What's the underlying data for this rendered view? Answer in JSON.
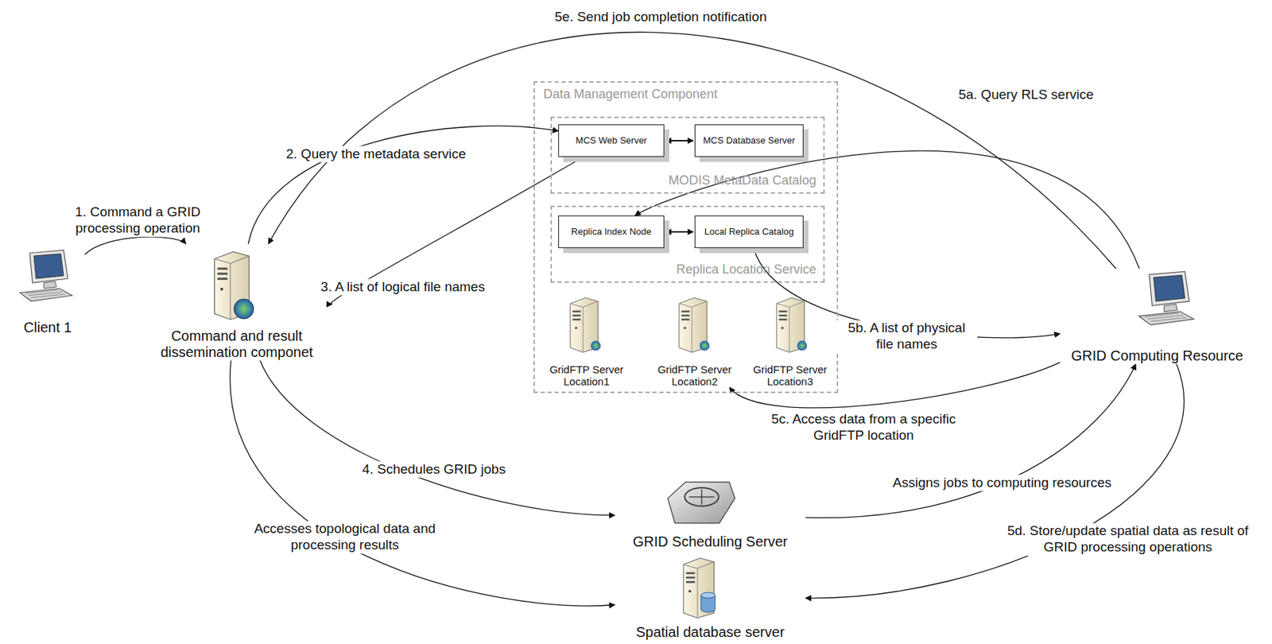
{
  "diagram": {
    "nodes": [
      {
        "text": [
          "Client 1"
        ]
      },
      {
        "text": [
          "Command and result dissemination componet"
        ]
      },
      {
        "text": [
          "Data Management Component"
        ]
      },
      {
        "text": [
          "MODIS MetaData Catalog"
        ],
        "in": 2
      },
      {
        "text": [
          "MCS Web Server"
        ],
        "in": 3
      },
      {
        "text": [
          "MCS Database Server"
        ],
        "in": 3
      },
      {
        "text": [
          "Replica Location Service"
        ],
        "in": 2
      },
      {
        "text": [
          "Replica Index Node"
        ],
        "in": 6
      },
      {
        "text": [
          "Local Replica Catalog"
        ],
        "in": 6
      },
      {
        "text": [
          "GridFTP Server Location1"
        ],
        "in": 2
      },
      {
        "text": [
          "GridFTP Server Location2"
        ],
        "in": 2
      },
      {
        "text": [
          "GridFTP Server Location3"
        ],
        "in": 2
      },
      {
        "text": [
          "GRID Computing Resource"
        ]
      },
      {
        "text": [
          "GRID Scheduling Server"
        ]
      },
      {
        "text": [
          "Spatial database server"
        ]
      }
    ],
    "edges": [
      {
        "from": 0,
        "to": 1,
        "label": "1. Command a GRID processing operation",
        "arrow": "to"
      },
      {
        "from": 1,
        "to": 4,
        "label": "2. Query the metadata service",
        "arrow": "to"
      },
      {
        "from": 4,
        "to": 1,
        "label": "3. A list of logical file names",
        "arrow": "to"
      },
      {
        "from": 1,
        "to": 13,
        "label": "4. Schedules GRID jobs",
        "arrow": "to"
      },
      {
        "from": 13,
        "to": 12,
        "label": "Assigns jobs to computing resources",
        "arrow": "to"
      },
      {
        "from": 12,
        "to": 7,
        "label": "5a. Query RLS service",
        "arrow": "to"
      },
      {
        "from": 8,
        "to": 12,
        "label": "5b. A list of physical file names",
        "arrow": "to"
      },
      {
        "from": 12,
        "to": 10,
        "label": "5c. Access data from a specific GridFTP location",
        "arrow": "to"
      },
      {
        "from": 12,
        "to": 14,
        "label": "5d. Store/update spatial data as result of GRID processing operations",
        "arrow": "to"
      },
      {
        "from": 12,
        "to": 1,
        "label": "5e. Send job completion notification",
        "arrow": "to"
      },
      {
        "from": 1,
        "to": 14,
        "label": "Accesses topological data and processing results",
        "arrow": "to"
      },
      {
        "from": 4,
        "to": 5,
        "arrow": "both"
      },
      {
        "from": 7,
        "to": 8,
        "arrow": "both"
      }
    ]
  }
}
